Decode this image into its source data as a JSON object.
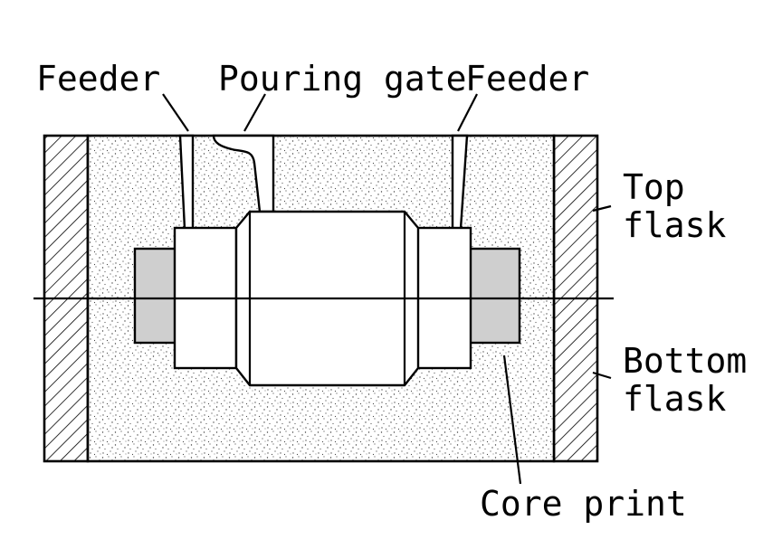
{
  "labels": {
    "feeder_left": "Feeder",
    "pouring_gate": "Pouring gate",
    "feeder_right": "Feeder",
    "top_flask_line1": "Top",
    "top_flask_line2": "flask",
    "bottom_flask_line1": "Bottom",
    "bottom_flask_line2": "flask",
    "core_print": "Core print"
  },
  "colors": {
    "line": "#000000",
    "core_print_fill": "#cfcfcf",
    "background": "#ffffff"
  }
}
